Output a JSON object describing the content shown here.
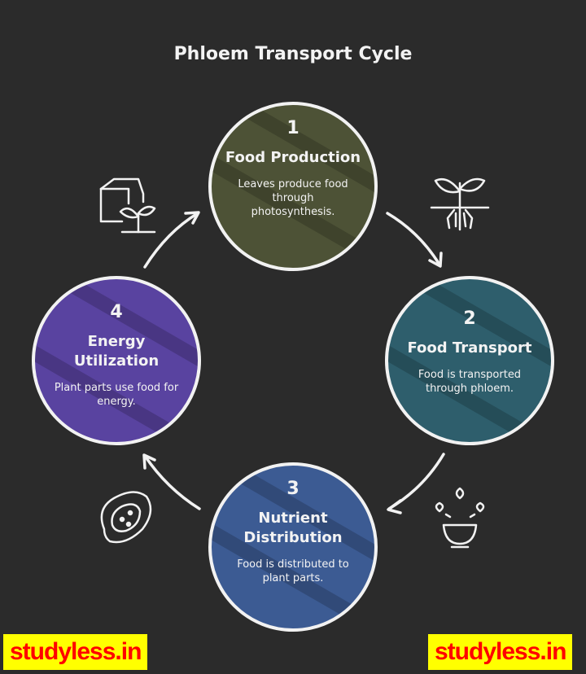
{
  "title": "Phloem Transport Cycle",
  "stages": [
    {
      "number": "1",
      "heading": "Food Production",
      "description": "Leaves produce food through photosynthesis.",
      "color": "#4d5236",
      "icon": "box-sprout-icon"
    },
    {
      "number": "2",
      "heading": "Food Transport",
      "description": "Food is transported through phloem.",
      "color": "#2e5e6c",
      "icon": "sprout-roots-icon"
    },
    {
      "number": "3",
      "heading": "Nutrient Distribution",
      "description": "Food is distributed to plant parts.",
      "color": "#3c5b93",
      "icon": "bowl-droplets-icon"
    },
    {
      "number": "4",
      "heading": "Energy Utilization",
      "description": "Plant parts use food for energy.",
      "color": "#5943a0",
      "icon": "cell-icon"
    }
  ],
  "watermarks": [
    "studyless.in",
    "studyless.in"
  ]
}
